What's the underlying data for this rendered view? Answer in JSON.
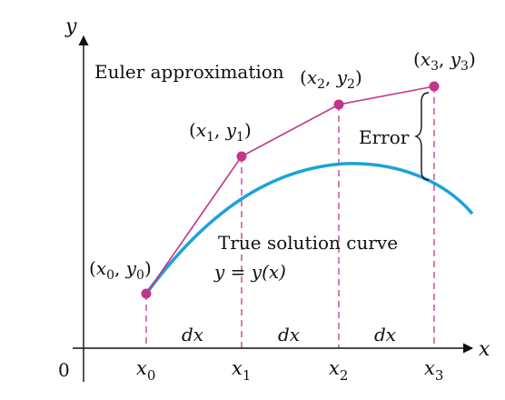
{
  "axes": {
    "x_label": "x",
    "y_label": "y",
    "origin_label": "0"
  },
  "ticks": [
    {
      "base": "x",
      "sub": "0"
    },
    {
      "base": "x",
      "sub": "1"
    },
    {
      "base": "x",
      "sub": "2"
    },
    {
      "base": "x",
      "sub": "3"
    }
  ],
  "step_label": "dx",
  "points": [
    {
      "x": "x",
      "xs": "0",
      "y": "y",
      "ys": "0"
    },
    {
      "x": "x",
      "xs": "1",
      "y": "y",
      "ys": "1"
    },
    {
      "x": "x",
      "xs": "2",
      "y": "y",
      "ys": "2"
    },
    {
      "x": "x",
      "xs": "3",
      "y": "y",
      "ys": "3"
    }
  ],
  "annotations": {
    "euler": "Euler approximation",
    "error": "Error",
    "true_curve_line1": "True solution curve",
    "true_curve_line2": "y = y(x)"
  },
  "colors": {
    "euler": "#c2358a",
    "true_curve": "#1aa3d9",
    "dashed": "#c2358a",
    "axis": "#111111"
  }
}
